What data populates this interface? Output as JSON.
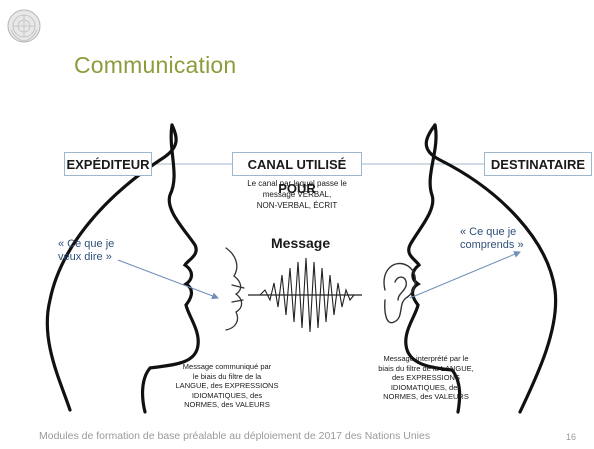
{
  "slide": {
    "title": "Communication",
    "footer": "Modules de formation de base préalable au déploiement de 2017 des Nations Unies",
    "page_number": "16"
  },
  "diagram": {
    "sender_label": "EXPÉDITEUR",
    "channel_label": "CANAL UTILISÉ POUR",
    "receiver_label": "DESTINATAIRE",
    "channel_note_line1": "Le canal par lequel passe le",
    "channel_note_line2": "message VERBAL,",
    "channel_note_line3": "NON-VERBAL, ÉCRIT",
    "sender_quote_line1": "« Ce que je",
    "sender_quote_line2": "veux dire »",
    "receiver_quote_line1": "« Ce que je",
    "receiver_quote_line2": "comprends »",
    "message_label": "Message",
    "sender_note_lines": [
      "Message communiqué par",
      "le biais du filtre de la",
      "LANGUE, des EXPRESSIONS",
      "IDIOMATIQUES, des",
      "NORMES, des VALEURS"
    ],
    "receiver_note_lines": [
      "Message interprété par le",
      "biais du filtre de la LANGUE,",
      "des EXPRESSIONS",
      "IDIOMATIQUES, des",
      "NORMES, des VALEURS"
    ]
  },
  "icons": {
    "logo": "un-emblem-icon",
    "left_head": "head-profile-icon",
    "right_head": "head-profile-icon",
    "mouth": "mouth-icon",
    "ear": "ear-icon",
    "wave": "sound-wave-icon"
  },
  "colors": {
    "title": "#8a9d3a",
    "quote_text": "#2f4f79",
    "connector": "#9fb7cc",
    "arrow": "#6f8fb8"
  }
}
